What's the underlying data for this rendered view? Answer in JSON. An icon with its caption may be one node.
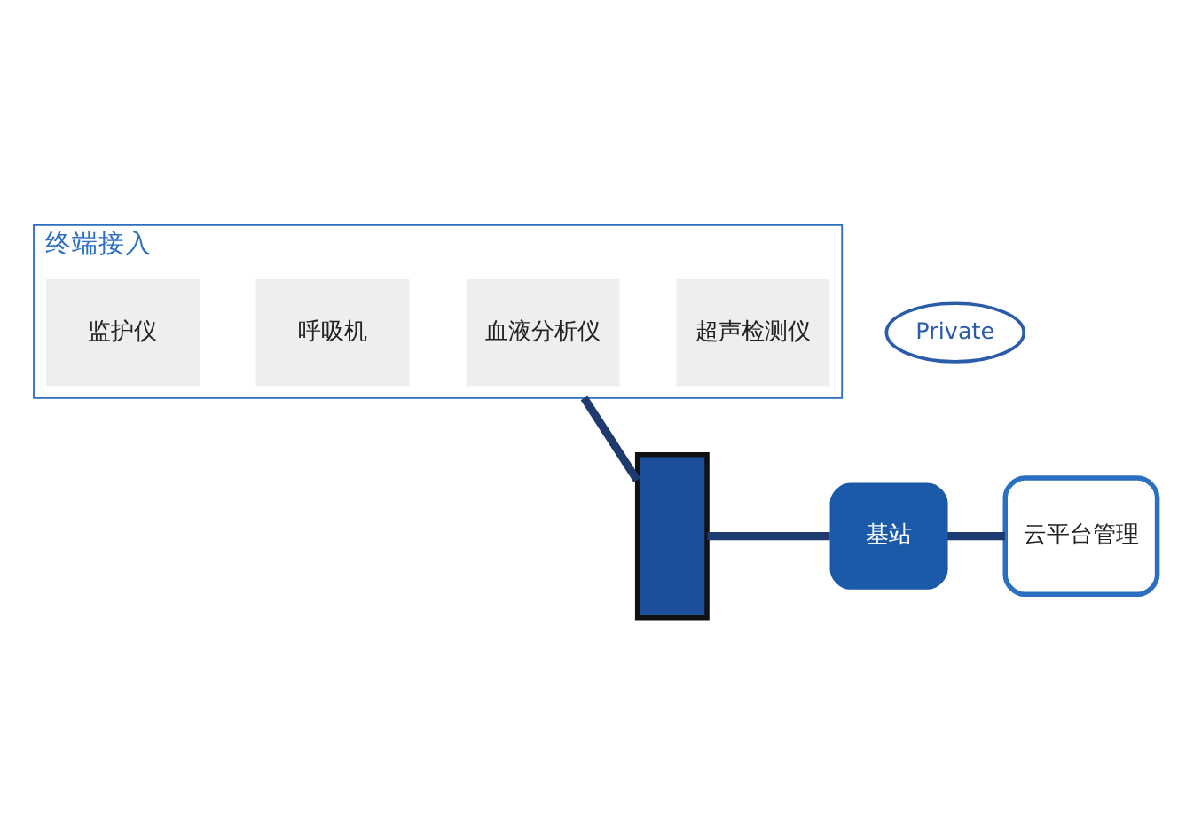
{
  "diagram": {
    "nodes": [
      {
        "text": [
          "终端接入"
        ]
      },
      {
        "text": [
          "监护仪"
        ],
        "in": 0
      },
      {
        "text": [
          "呼吸机"
        ],
        "in": 0
      },
      {
        "text": [
          "血液分析仪"
        ],
        "in": 0
      },
      {
        "text": [
          "超声检测仪"
        ],
        "in": 0
      },
      {
        "text": [],
        "shape": "box"
      },
      {
        "text": [
          "Private"
        ]
      },
      {
        "text": [
          "基站"
        ]
      },
      {
        "text": [
          "云平台管理"
        ]
      }
    ],
    "edges": [
      {
        "from": 0,
        "to": 5,
        "arrow": "none"
      },
      {
        "from": 5,
        "to": 7,
        "arrow": "none"
      },
      {
        "from": 7,
        "to": 8,
        "arrow": "none"
      }
    ]
  }
}
